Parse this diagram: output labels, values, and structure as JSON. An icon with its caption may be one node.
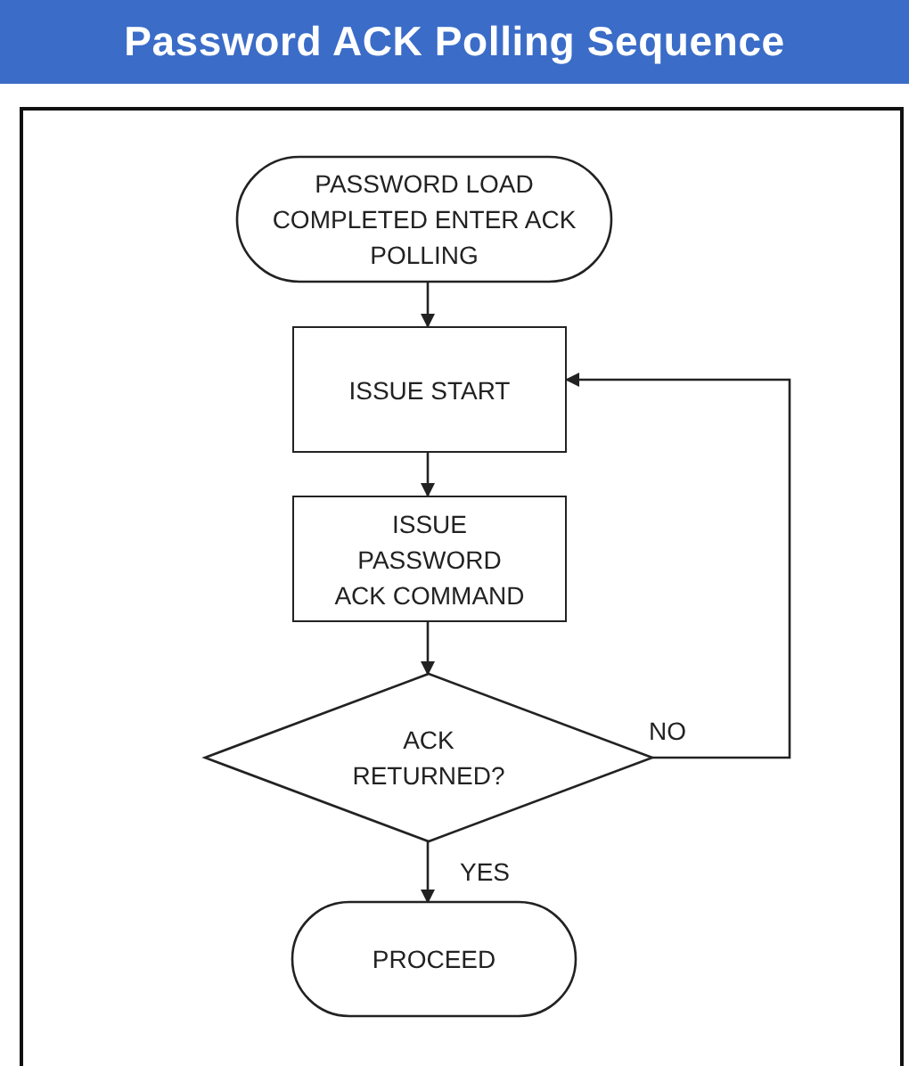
{
  "diagram": {
    "title": "Password ACK Polling Sequence",
    "nodes": [
      {
        "text": [
          "PASSWORD LOAD COMPLETED ENTER ACK POLLING"
        ]
      },
      {
        "text": [
          "ISSUE START"
        ]
      },
      {
        "text": [
          "ISSUE PASSWORD ACK COMMAND"
        ]
      },
      {
        "text": [
          "ACK RETURNED?"
        ]
      },
      {
        "text": [
          "PROCEED"
        ]
      }
    ],
    "edges": [
      {
        "from": 0,
        "to": 1,
        "arrow": "to"
      },
      {
        "from": 1,
        "to": 2,
        "arrow": "to"
      },
      {
        "from": 2,
        "to": 3,
        "arrow": "to"
      },
      {
        "from": 3,
        "to": 1,
        "arrow": "to",
        "label": "NO"
      },
      {
        "from": 3,
        "to": 4,
        "arrow": "to",
        "label": "YES"
      }
    ]
  }
}
